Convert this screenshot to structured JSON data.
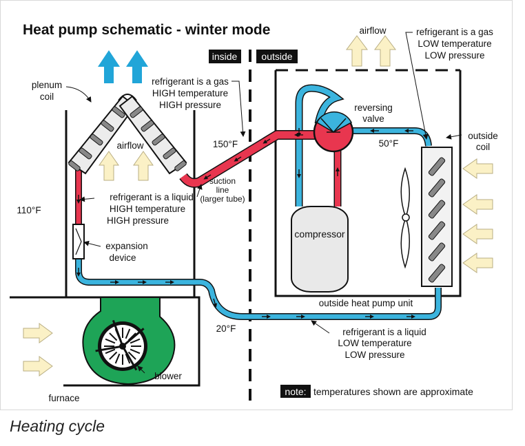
{
  "title": "Heat pump schematic - winter mode",
  "caption": "Heating cycle",
  "side_labels": {
    "inside": "inside",
    "outside": "outside"
  },
  "labels": {
    "airflow_top": "airflow",
    "airflow_plenum": "airflow",
    "plenum_coil": [
      "plenum",
      "coil"
    ],
    "gas_high": [
      "refrigerant is a gas",
      "HIGH temperature",
      "HIGH pressure"
    ],
    "gas_low": [
      "refrigerant is a gas",
      "LOW temperature",
      "LOW pressure"
    ],
    "reversing_valve": [
      "reversing",
      "valve"
    ],
    "outside_coil": [
      "outside",
      "coil"
    ],
    "temp_150": "150°F",
    "temp_50": "50°F",
    "temp_110": "110°F",
    "temp_20": "20°F",
    "suction_line": [
      "suction",
      "line",
      "(larger tube)"
    ],
    "liquid_high": [
      "refrigerant is a liquid",
      "HIGH temperature",
      "HIGH pressure"
    ],
    "expansion_device": [
      "expansion",
      "device"
    ],
    "compressor": "compressor",
    "outside_unit": "outside heat pump unit",
    "liquid_low": [
      "refrigerant is a liquid",
      "LOW temperature",
      "LOW pressure"
    ],
    "blower": "blower",
    "furnace": "furnace",
    "note_tag": "note:",
    "note_text": "temperatures shown are approximate"
  },
  "colors": {
    "hot_refrigerant": "#e8364f",
    "cold_refrigerant": "#3bb4de",
    "blue_airflow": "#21a5d8",
    "cream_airflow": "#fbf1c6",
    "blower_green": "#1ea457",
    "unit_gray": "#e6e6e6"
  }
}
